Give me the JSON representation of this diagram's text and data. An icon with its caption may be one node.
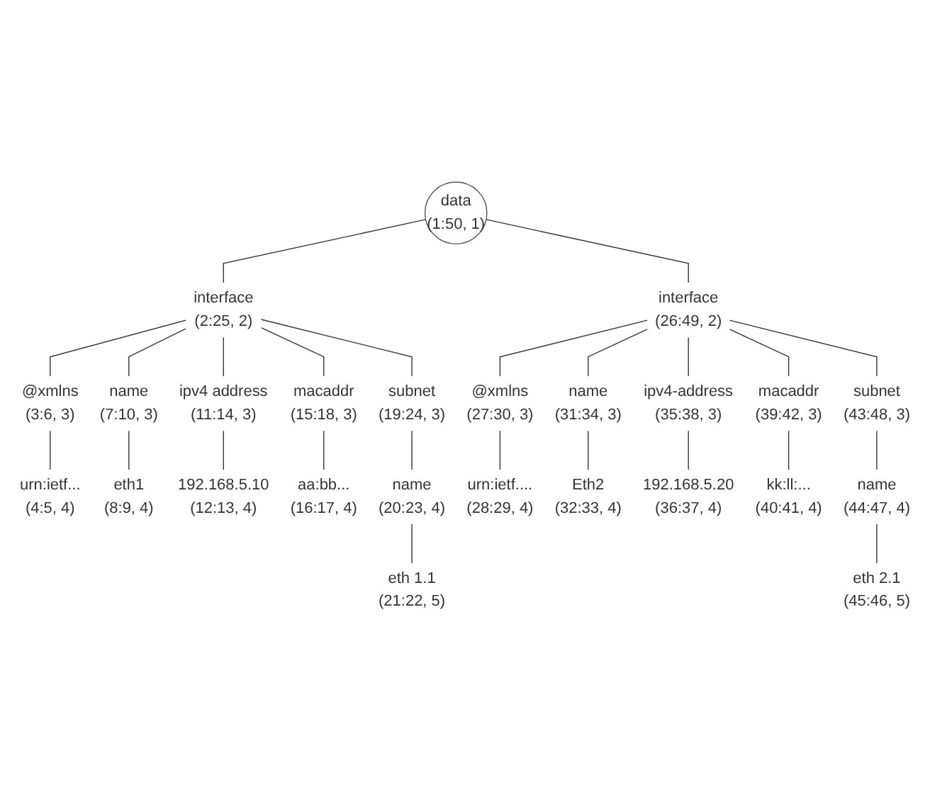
{
  "diagram": {
    "nodes": [
      {
        "text": [
          "data",
          "(1:50, 1)"
        ]
      },
      {
        "text": [
          "interface",
          "(2:25, 2)"
        ]
      },
      {
        "text": [
          "@xmlns",
          "(3:6, 3)"
        ]
      },
      {
        "text": [
          "urn:ietf...",
          "(4:5, 4)"
        ]
      },
      {
        "text": [
          "name",
          "(7:10, 3)"
        ]
      },
      {
        "text": [
          "eth1",
          "(8:9, 4)"
        ]
      },
      {
        "text": [
          "ipv4 address",
          "(11:14, 3)"
        ]
      },
      {
        "text": [
          "192.168.5.10",
          "(12:13, 4)"
        ]
      },
      {
        "text": [
          "macaddr",
          "(15:18, 3)"
        ]
      },
      {
        "text": [
          "aa:bb...",
          "(16:17, 4)"
        ]
      },
      {
        "text": [
          "subnet",
          "(19:24, 3)"
        ]
      },
      {
        "text": [
          "name",
          "(20:23, 4)"
        ]
      },
      {
        "text": [
          "eth 1.1",
          "(21:22, 5)"
        ]
      },
      {
        "text": [
          "interface",
          "(26:49, 2)"
        ]
      },
      {
        "text": [
          "@xmlns",
          "(27:30, 3)"
        ]
      },
      {
        "text": [
          "urn:ietf....",
          "(28:29, 4)"
        ]
      },
      {
        "text": [
          "name",
          "(31:34, 3)"
        ]
      },
      {
        "text": [
          "Eth2",
          "(32:33, 4)"
        ]
      },
      {
        "text": [
          "ipv4-address",
          "(35:38, 3)"
        ]
      },
      {
        "text": [
          "192.168.5.20",
          "(36:37, 4)"
        ]
      },
      {
        "text": [
          "macaddr",
          "(39:42, 3)"
        ]
      },
      {
        "text": [
          "kk:ll:...",
          "(40:41, 4)"
        ]
      },
      {
        "text": [
          "subnet",
          "(43:48, 3)"
        ]
      },
      {
        "text": [
          "name",
          "(44:47, 4)"
        ]
      },
      {
        "text": [
          "eth 2.1",
          "(45:46, 5)"
        ]
      }
    ],
    "edges": [
      {
        "from": 0,
        "to": 1,
        "arrow": "none"
      },
      {
        "from": 0,
        "to": 13,
        "arrow": "none"
      },
      {
        "from": 1,
        "to": 2,
        "arrow": "none"
      },
      {
        "from": 1,
        "to": 4,
        "arrow": "none"
      },
      {
        "from": 1,
        "to": 6,
        "arrow": "none"
      },
      {
        "from": 1,
        "to": 8,
        "arrow": "none"
      },
      {
        "from": 1,
        "to": 10,
        "arrow": "none"
      },
      {
        "from": 2,
        "to": 3,
        "arrow": "none"
      },
      {
        "from": 4,
        "to": 5,
        "arrow": "none"
      },
      {
        "from": 6,
        "to": 7,
        "arrow": "none"
      },
      {
        "from": 8,
        "to": 9,
        "arrow": "none"
      },
      {
        "from": 10,
        "to": 11,
        "arrow": "none"
      },
      {
        "from": 11,
        "to": 12,
        "arrow": "none"
      },
      {
        "from": 13,
        "to": 14,
        "arrow": "none"
      },
      {
        "from": 13,
        "to": 16,
        "arrow": "none"
      },
      {
        "from": 13,
        "to": 18,
        "arrow": "none"
      },
      {
        "from": 13,
        "to": 20,
        "arrow": "none"
      },
      {
        "from": 13,
        "to": 22,
        "arrow": "none"
      },
      {
        "from": 14,
        "to": 15,
        "arrow": "none"
      },
      {
        "from": 16,
        "to": 17,
        "arrow": "none"
      },
      {
        "from": 18,
        "to": 19,
        "arrow": "none"
      },
      {
        "from": 20,
        "to": 21,
        "arrow": "none"
      },
      {
        "from": 22,
        "to": 23,
        "arrow": "none"
      },
      {
        "from": 23,
        "to": 24,
        "arrow": "none"
      }
    ]
  }
}
